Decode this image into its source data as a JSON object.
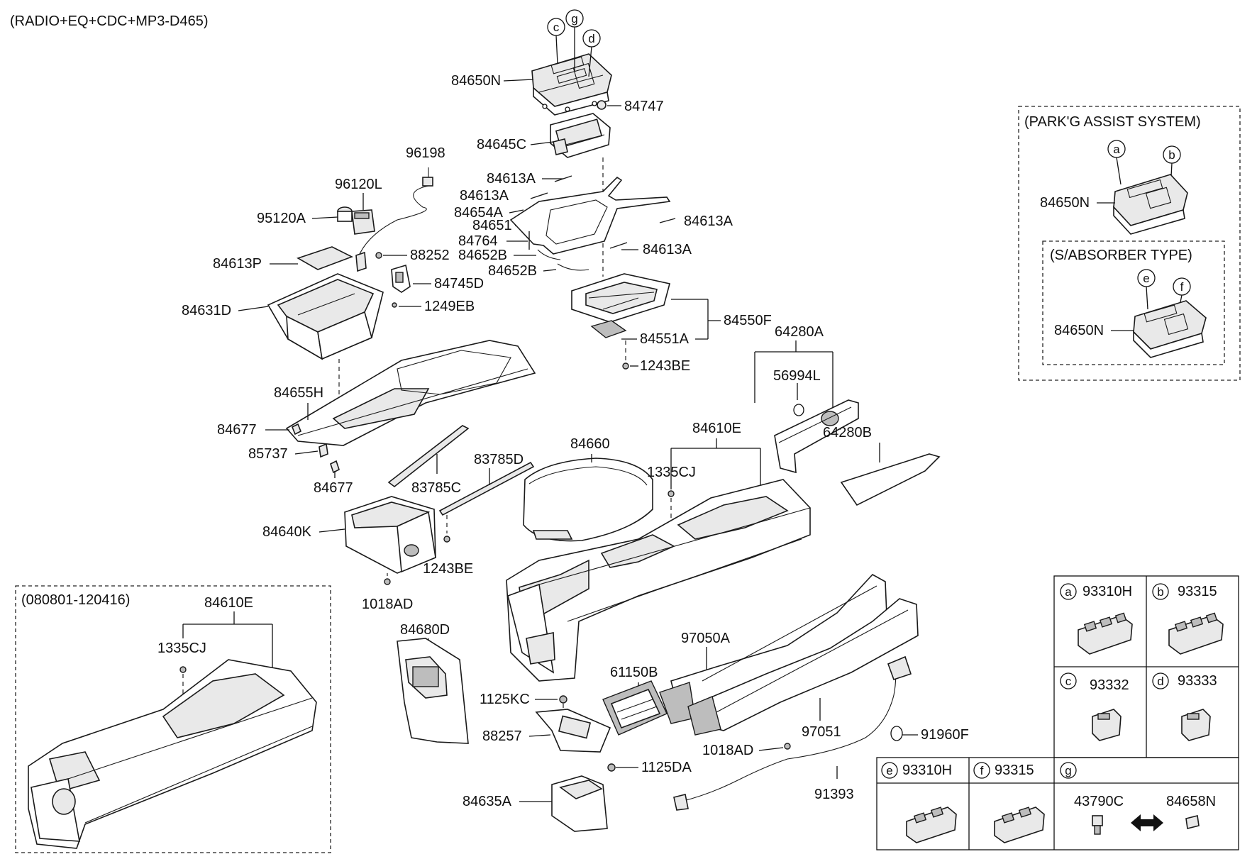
{
  "header": "(RADIO+EQ+CDC+MP3-D465)",
  "boxes": {
    "parking": "(PARK'G ASSIST SYSTEM)",
    "absorber": "(S/ABSORBER TYPE)",
    "older": "(080801-120416)"
  },
  "labels": {
    "l84650N": "84650N",
    "l84747": "84747",
    "l84645C": "84645C",
    "l96198": "96198",
    "l96120L": "96120L",
    "l95120A": "95120A",
    "l84613A_1": "84613A",
    "l84613A_2": "84613A",
    "l84654A": "84654A",
    "l84651": "84651",
    "l84613A_3": "84613A",
    "l84764": "84764",
    "l84652B_1": "84652B",
    "l84613A_4": "84613A",
    "l84613P": "84613P",
    "l88252": "88252",
    "l84652B_2": "84652B",
    "l84745D": "84745D",
    "l84631D": "84631D",
    "l1249EB": "1249EB",
    "l84550F": "84550F",
    "l84551A": "84551A",
    "l1243BE_1": "1243BE",
    "l64280A": "64280A",
    "l56994L": "56994L",
    "l84655H": "84655H",
    "l84677_1": "84677",
    "l84610E_1": "84610E",
    "l64280B": "64280B",
    "l85737": "85737",
    "l84660": "84660",
    "l83785D": "83785D",
    "l1335CJ_1": "1335CJ",
    "l84677_2": "84677",
    "l83785C": "83785C",
    "l84640K": "84640K",
    "l1243BE_2": "1243BE",
    "l1018AD_1": "1018AD",
    "l84610E_2": "84610E",
    "l1335CJ_2": "1335CJ",
    "l84680D": "84680D",
    "l97050A": "97050A",
    "l61150B": "61150B",
    "l1125KC": "1125KC",
    "l88257": "88257",
    "l97051": "97051",
    "l1018AD_2": "1018AD",
    "l91960F": "91960F",
    "l1125DA": "1125DA",
    "l91393": "91393",
    "l84635A": "84635A",
    "p84650N_park": "84650N",
    "p84650N_abs": "84650N"
  },
  "callouts": {
    "c": "c",
    "g": "g",
    "d": "d",
    "a": "a",
    "b": "b",
    "e": "e",
    "f": "f"
  },
  "legend": {
    "cells": [
      {
        "letter": "a",
        "part": "93310H"
      },
      {
        "letter": "b",
        "part": "93315"
      },
      {
        "letter": "c",
        "part": "93332"
      },
      {
        "letter": "d",
        "part": "93333"
      },
      {
        "letter": "e",
        "part": "93310H"
      },
      {
        "letter": "f",
        "part": "93315"
      },
      {
        "letter": "g",
        "part": ""
      }
    ],
    "g_left": "43790C",
    "g_right": "84658N"
  }
}
